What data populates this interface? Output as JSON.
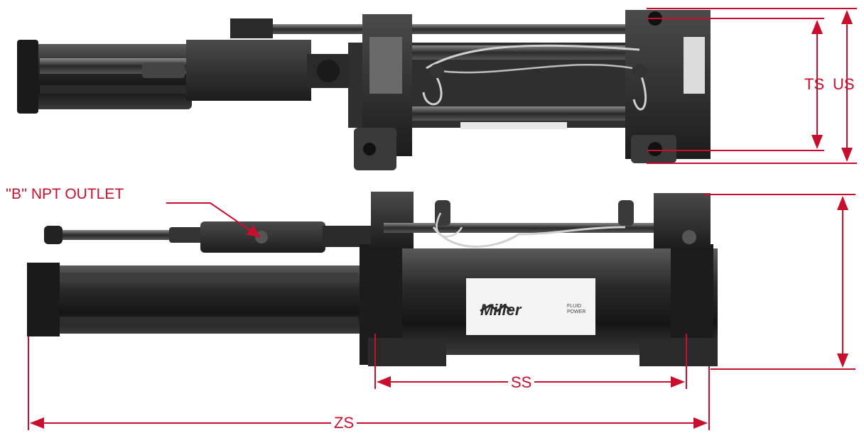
{
  "labels": {
    "ts": "TS",
    "us": "US",
    "outlet": "''B'' NPT OUTLET",
    "ss": "SS",
    "zs": "ZS"
  },
  "brand": {
    "name": "Miller",
    "sub": "FLUID POWER"
  },
  "colors": {
    "dimension": "#c8102e",
    "metal_dark": "#1e1e1e",
    "metal_mid": "#3a3a3a",
    "metal_light": "#5a5a5a",
    "label_panel": "#f4f4f4"
  }
}
